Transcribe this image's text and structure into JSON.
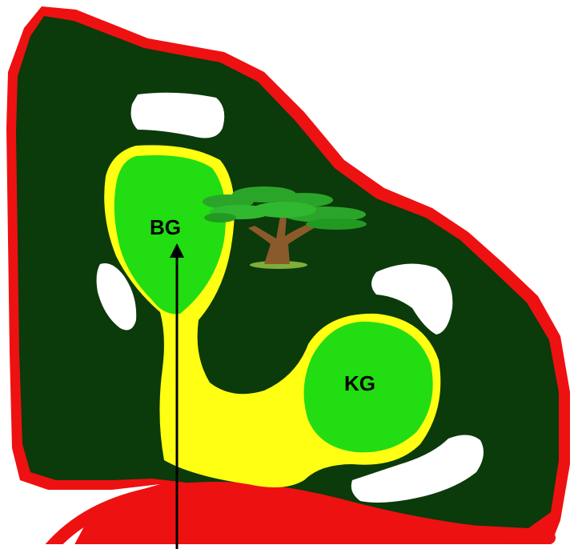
{
  "greens": [
    {
      "id": "bg",
      "label": "BG"
    },
    {
      "id": "kg",
      "label": "KG"
    }
  ],
  "colors": {
    "rough": "#0b3a0b",
    "boundary": "#ee1111",
    "fringe": "#ffff14",
    "green": "#22dd11",
    "bunker": "#ffffff",
    "arrow": "#000000",
    "label": "#000000",
    "tree_canopy": "#2aa52a",
    "tree_trunk": "#8b5a2b"
  },
  "icons": {
    "tree": "tree-icon",
    "arrow": "play-direction-arrow-icon"
  }
}
